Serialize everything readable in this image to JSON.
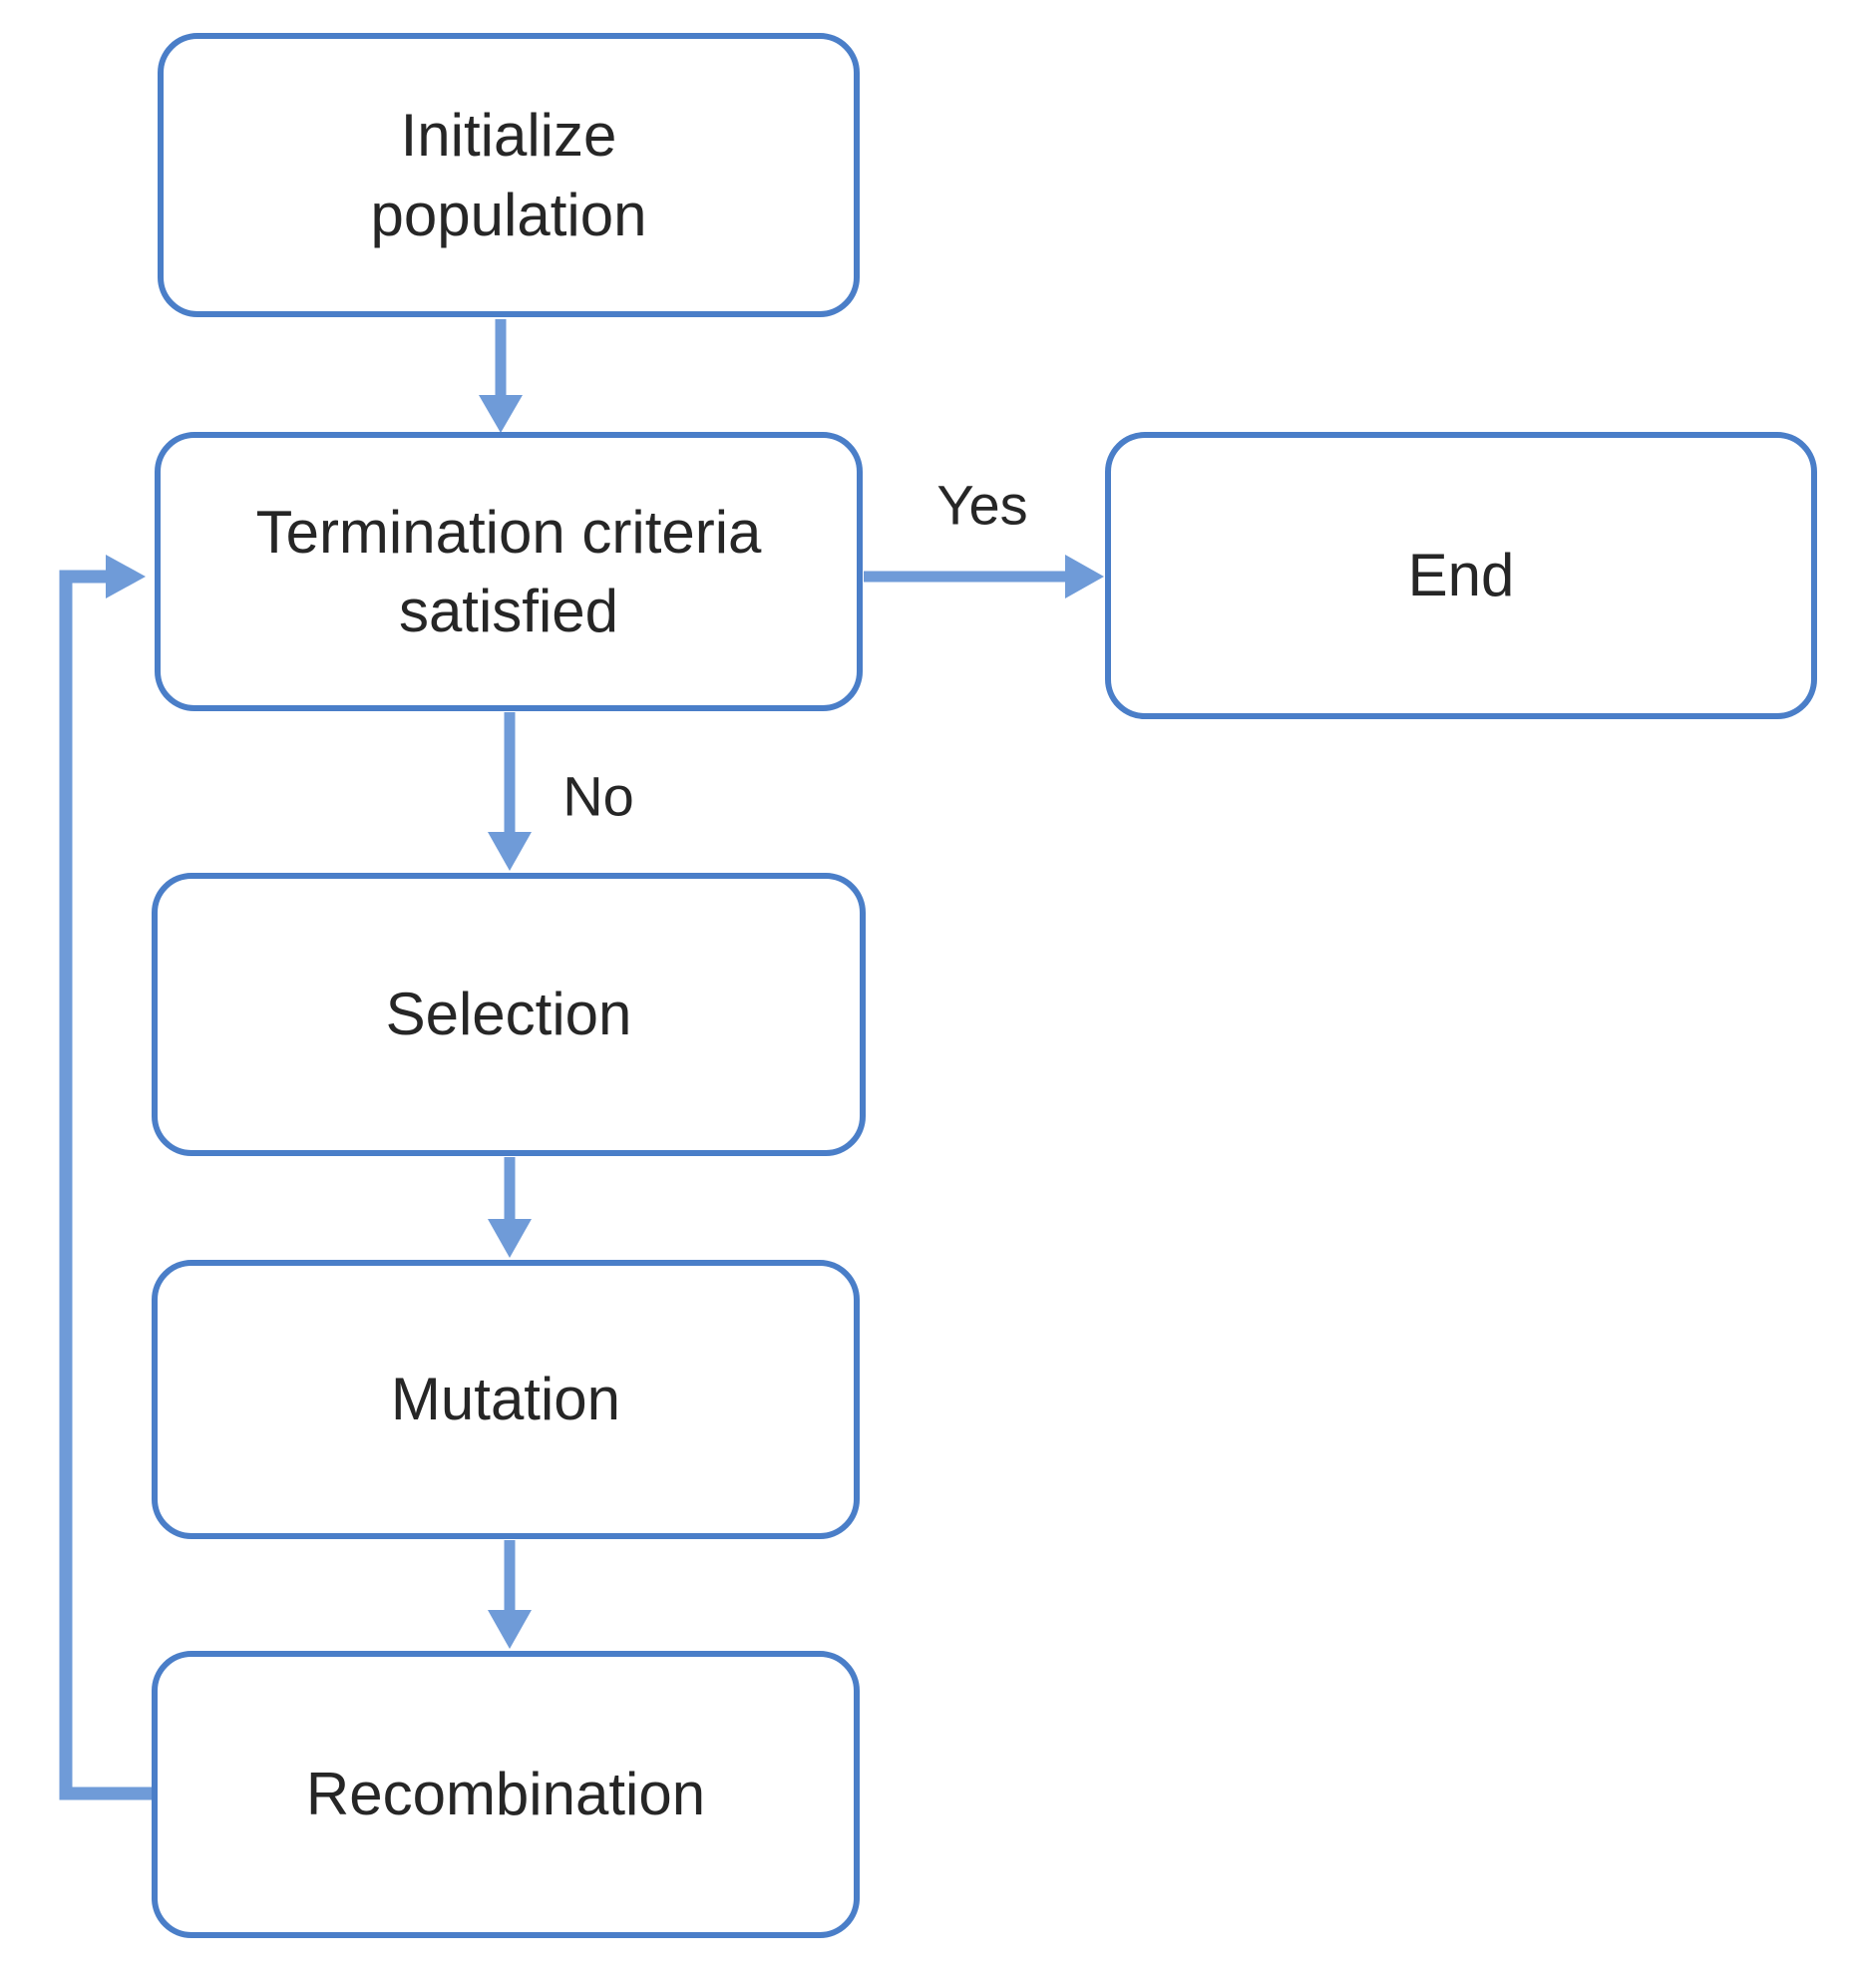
{
  "diagram": {
    "type": "flowchart",
    "colors": {
      "node_border": "#4a7ec8",
      "arrow": "#6f9bd8",
      "text": "#262626",
      "background": "#ffffff"
    },
    "nodes": {
      "initialize": {
        "label": "Initialize\npopulation"
      },
      "termination": {
        "label": "Termination criteria\nsatisfied"
      },
      "end": {
        "label": "End"
      },
      "selection": {
        "label": "Selection"
      },
      "mutation": {
        "label": "Mutation"
      },
      "recombination": {
        "label": "Recombination"
      }
    },
    "edges": {
      "yes": {
        "label": "Yes"
      },
      "no": {
        "label": "No"
      }
    }
  }
}
